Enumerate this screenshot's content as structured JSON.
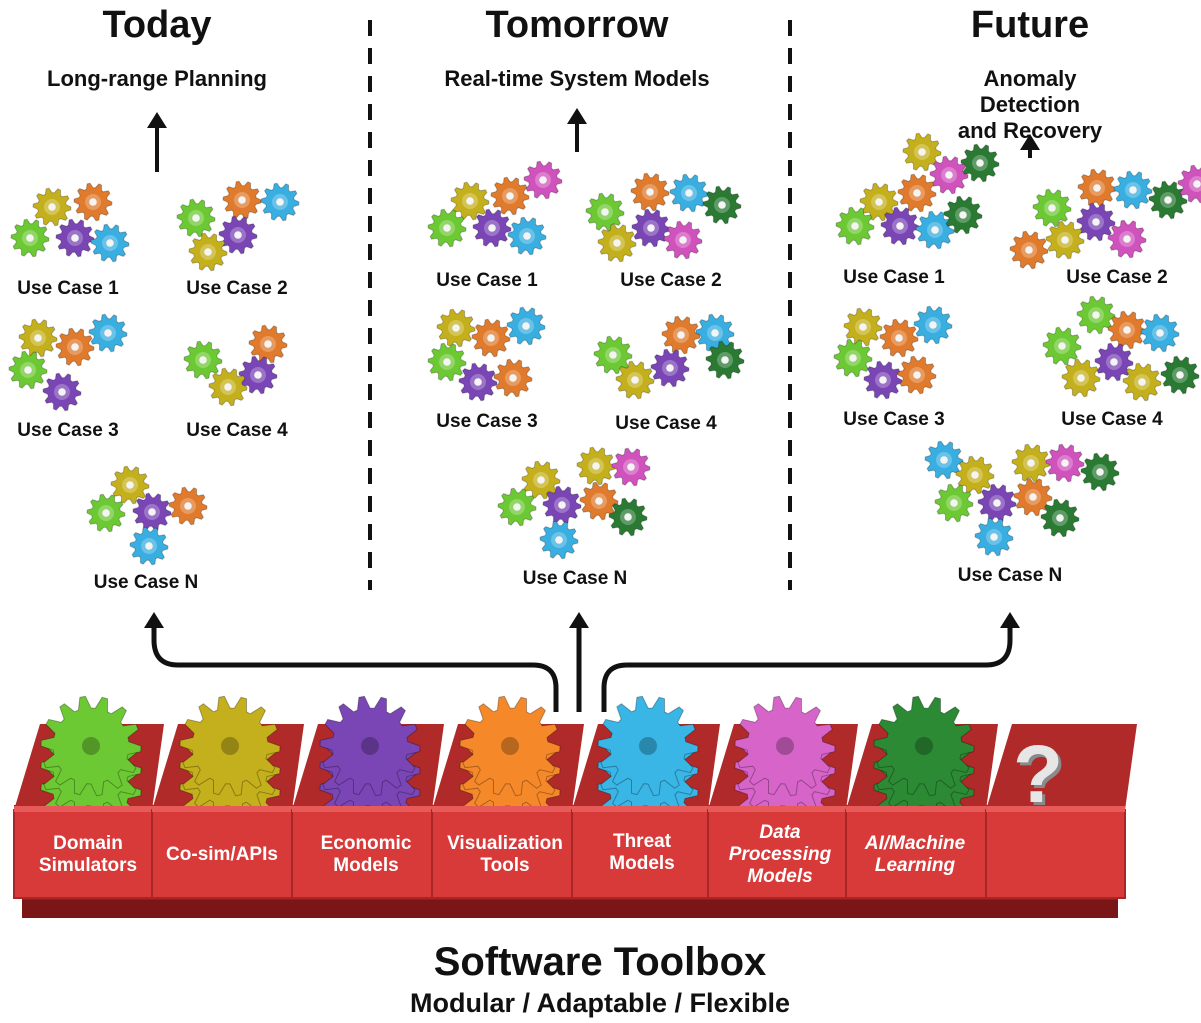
{
  "columns": [
    {
      "title": "Today",
      "subtitle": "Long-range Planning",
      "use_cases": [
        "Use Case 1",
        "Use Case 2",
        "Use Case 3",
        "Use Case 4",
        "Use Case N"
      ]
    },
    {
      "title": "Tomorrow",
      "subtitle": "Real-time System Models",
      "use_cases": [
        "Use Case 1",
        "Use Case 2",
        "Use Case 3",
        "Use Case 4",
        "Use Case N"
      ]
    },
    {
      "title": "Future",
      "subtitle": "Anomaly Detection\nand Recovery",
      "use_cases": [
        "Use Case 1",
        "Use Case 2",
        "Use Case 3",
        "Use Case 4",
        "Use Case N"
      ]
    }
  ],
  "toolbox": {
    "title": "Software Toolbox",
    "subtitle": "Modular / Adaptable / Flexible",
    "bins": [
      {
        "label": "Domain\nSimulators",
        "color": "#6cc934"
      },
      {
        "label": "Co-sim/APIs",
        "color": "#c4b01d"
      },
      {
        "label": "Economic\nModels",
        "color": "#7a46b5"
      },
      {
        "label": "Visualization\nTools",
        "color": "#f5892a"
      },
      {
        "label": "Threat\nModels",
        "color": "#39b5e6"
      },
      {
        "label": "Data\nProcessing\nModels",
        "color": "#d764c9"
      },
      {
        "label": "AI/Machine\nLearning",
        "color": "#2c8a35"
      },
      {
        "label": "",
        "color": "#cccccc"
      }
    ],
    "unknown_symbol": "?"
  },
  "colors": {
    "box_red": "#d83a3a",
    "box_dark": "#8e1f1f",
    "gear_green": "#6cc934",
    "gear_olive": "#c4b01d",
    "gear_purple": "#7a46b5",
    "gear_orange": "#e07a2c",
    "gear_blue": "#39aee0",
    "gear_magenta": "#d052bd",
    "gear_darkgreen": "#2a7a33"
  }
}
